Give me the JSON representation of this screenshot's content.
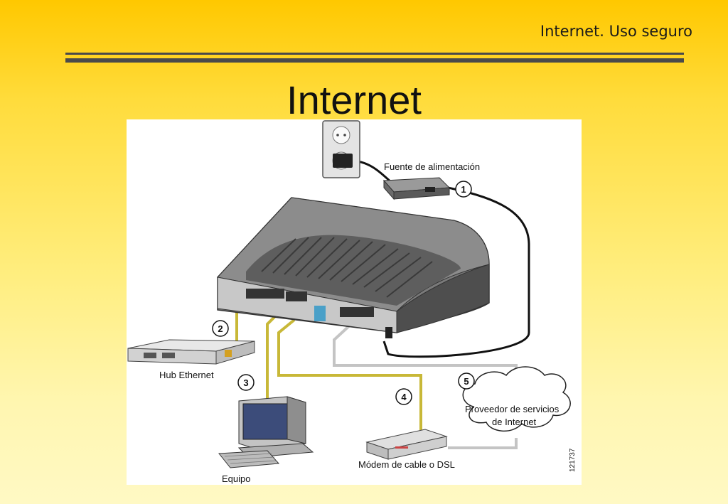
{
  "header": {
    "title": "Internet. Uso seguro"
  },
  "slide": {
    "title": "Internet"
  },
  "diagram": {
    "labels": {
      "power_supply": "Fuente de alimentación",
      "hub": "Hub Ethernet",
      "computer": "Equipo",
      "modem": "Módem de cable o DSL",
      "isp_line1": "Proveedor de servicios",
      "isp_line2": "de Internet",
      "figure_id": "121737"
    },
    "callouts": [
      "1",
      "2",
      "3",
      "4",
      "5"
    ]
  }
}
